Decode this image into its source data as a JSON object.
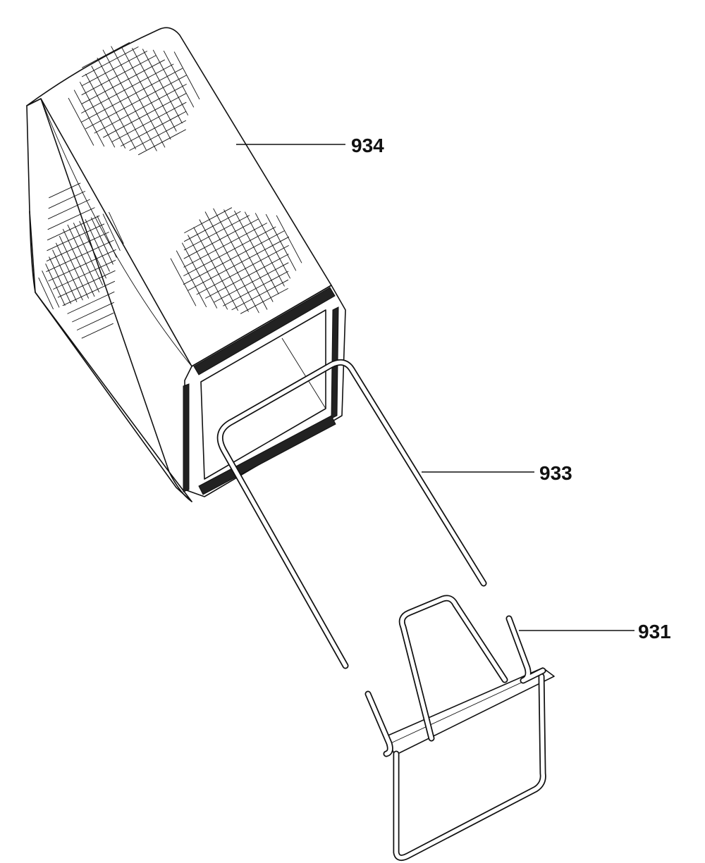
{
  "parts": [
    {
      "id": "grass-bag",
      "label": "934"
    },
    {
      "id": "bag-frame",
      "label": "933"
    },
    {
      "id": "bag-mount-bracket",
      "label": "931"
    }
  ],
  "colors": {
    "line": "#111111",
    "background": "#ffffff",
    "gasket": "#222222"
  }
}
